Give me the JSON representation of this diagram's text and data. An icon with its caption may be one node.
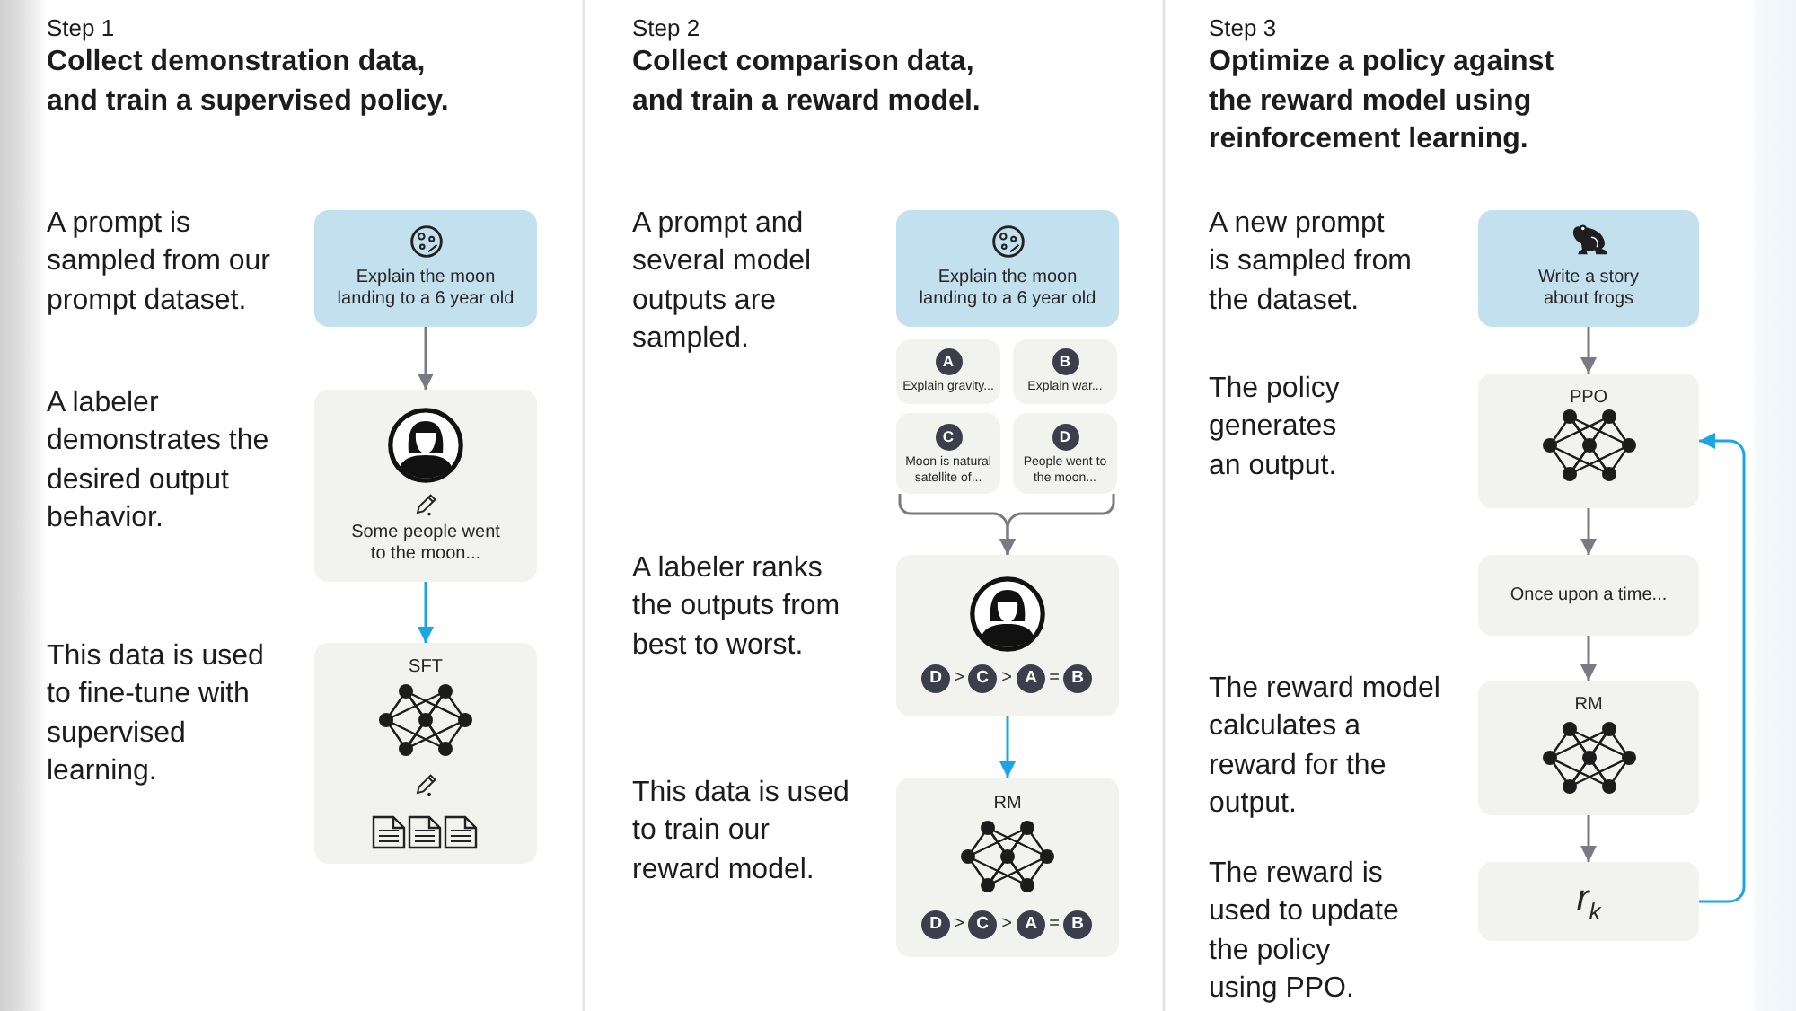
{
  "diagram": {
    "nodes": [
      {
        "text": [
          "Explain the moon landing to a 6 year old"
        ]
      },
      {
        "text": [
          "Some people went to the moon..."
        ]
      },
      {
        "text": [
          "SFT"
        ]
      },
      {
        "text": [
          "Explain the moon landing to a 6 year old"
        ]
      },
      {
        "text": [
          "A",
          "Explain gravity..."
        ]
      },
      {
        "text": [
          "B",
          "Explain war..."
        ]
      },
      {
        "text": [
          "C",
          "Moon is natural satellite of..."
        ]
      },
      {
        "text": [
          "D",
          "People went to the moon..."
        ]
      },
      {
        "text": [
          "D",
          ">",
          "C",
          ">",
          "A",
          "=",
          "B"
        ]
      },
      {
        "text": [
          "RM",
          "D",
          ">",
          "C",
          ">",
          "A",
          "=",
          "B"
        ]
      },
      {
        "text": [
          "Write a story about frogs"
        ]
      },
      {
        "text": [
          "PPO"
        ]
      },
      {
        "text": [
          "Once upon a time..."
        ]
      },
      {
        "text": [
          "RM"
        ]
      },
      {
        "text": [
          "r$_{k}$"
        ]
      }
    ],
    "edges": [
      {
        "from": 0,
        "to": 1,
        "arrow": "to"
      },
      {
        "from": 1,
        "to": 2,
        "arrow": "to",
        "color": "#1aa5e6"
      },
      {
        "from": 6,
        "to": 8,
        "arrow": "to"
      },
      {
        "from": 7,
        "to": 8,
        "arrow": "to"
      },
      {
        "from": 8,
        "to": 9,
        "arrow": "to",
        "color": "#1aa5e6"
      },
      {
        "from": 10,
        "to": 11,
        "arrow": "to"
      },
      {
        "from": 11,
        "to": 12,
        "arrow": "to"
      },
      {
        "from": 12,
        "to": 13,
        "arrow": "to"
      },
      {
        "from": 13,
        "to": 14,
        "arrow": "to"
      },
      {
        "from": 14,
        "to": 11,
        "arrow": "to",
        "color": "#1aa5e6"
      }
    ],
    "labels": [
      "Step 1",
      "Collect demonstration data, and train a supervised policy.",
      "A prompt is sampled from our prompt dataset.",
      "A labeler demonstrates the desired output behavior.",
      "This data is used to fine-tune with supervised learning.",
      "Step 2",
      "Collect comparison data, and train a reward model.",
      "A prompt and several model outputs are sampled.",
      "A labeler ranks the outputs from best to worst.",
      "This data is used to train our reward model.",
      "Step 3",
      "Optimize a policy against the reward model using reinforcement learning.",
      "A new prompt is sampled from the dataset.",
      "The policy generates an output.",
      "The reward model calculates a reward for the output.",
      "The reward is used to update the policy using PPO."
    ]
  }
}
